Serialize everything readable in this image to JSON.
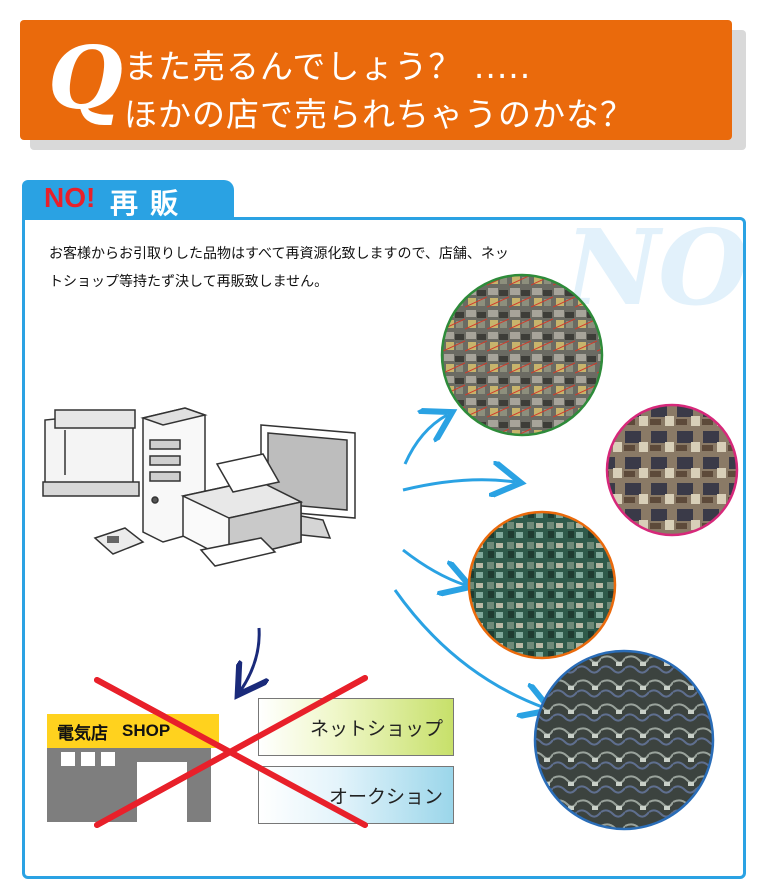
{
  "question": {
    "letter": "Q",
    "line1": "また売るんでしょう？ .....",
    "line2": "ほかの店で売られちゃうのかな？"
  },
  "answer": {
    "tab_no": "NO!",
    "tab_word": "再販",
    "watermark": "NO",
    "description": "お客様からお引取りした品物はすべて再資源化致しますので、店舗、ネットショップ等持たず決して再販致しません。"
  },
  "shop": {
    "name": "電気店",
    "label": "SHOP"
  },
  "channels": {
    "net_shop": "ネットショップ",
    "auction": "オークション"
  },
  "colors": {
    "question_bg": "#ea6a0c",
    "accent_blue": "#2aa2e3",
    "cross_red": "#e8202a",
    "shop_sign": "#ffd21e"
  },
  "icons": {
    "q_mark": "q-letter-icon",
    "shopping_bag": "shopping-bag-icon",
    "gavel": "gavel-icon"
  }
}
